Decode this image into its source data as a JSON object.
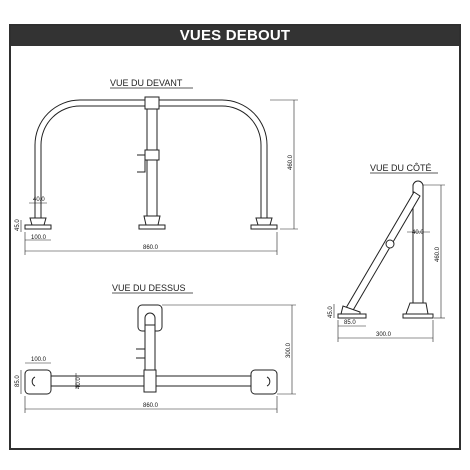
{
  "title": "VUES DEBOUT",
  "views": {
    "front": {
      "label": "VUE DU DEVANT",
      "dims": {
        "total_width": "860.0",
        "height": "460.0",
        "tube": "40.0",
        "base_height": "45.0",
        "base_width": "100.0"
      }
    },
    "side": {
      "label": "VUE DU CÔTÉ",
      "dims": {
        "height": "460.0",
        "tube": "40.0",
        "base_height": "45.0",
        "foot_width": "85.0",
        "depth": "300.0"
      }
    },
    "top": {
      "label": "VUE DU DESSUS",
      "dims": {
        "base_width": "100.0",
        "base_depth": "85.0",
        "tube": "40.0",
        "depth": "300.0",
        "total_width": "860.0"
      }
    }
  },
  "colors": {
    "title_bg": "#333333",
    "title_text": "#ffffff",
    "line": "#222222"
  }
}
